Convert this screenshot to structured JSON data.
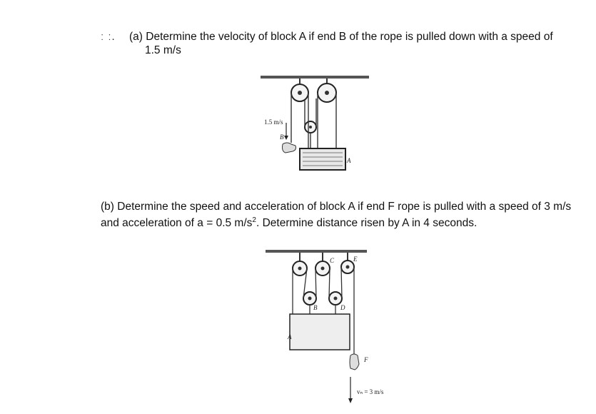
{
  "question_number": "ː ː.",
  "part_a": {
    "line1": "(a) Determine the velocity of block A if end B of the rope is pulled down with a speed of",
    "line2": "1.5 m/s"
  },
  "part_b": {
    "text_before_sup": "(b)  Determine the speed and acceleration of block A if end F rope is pulled with a speed of 3 m/s and acceleration of a = 0.5 m/s",
    "sup": "2",
    "text_after_sup": ".  Determine distance risen by A in 4 seconds."
  },
  "figure_a": {
    "speed_label": "1.5 m/s",
    "point_b": "B",
    "block_label": "A"
  },
  "figure_b": {
    "label_a": "A",
    "label_b": "B",
    "label_c": "C",
    "label_d": "D",
    "label_e": "E",
    "label_f": "F",
    "speed_label": "vₙ = 3 m/s"
  }
}
